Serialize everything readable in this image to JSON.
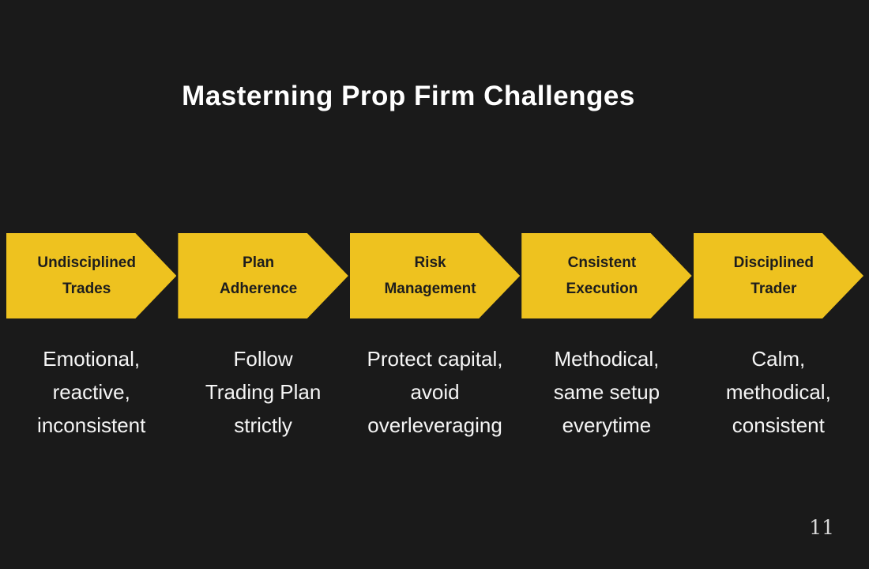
{
  "slide": {
    "title": "Masterning Prop Firm Challenges",
    "page_number": "11"
  },
  "colors": {
    "background": "#1a1a1a",
    "arrow": "#eec21f",
    "arrow_text": "#1d1d1d",
    "body_text": "#f5f5f5"
  },
  "steps": [
    {
      "label": "Undisciplined\nTrades",
      "description": "Emotional,\nreactive,\ninconsistent"
    },
    {
      "label": "Plan\nAdherence",
      "description": "Follow\nTrading Plan\nstrictly"
    },
    {
      "label": "Risk\nManagement",
      "description": "Protect capital,\navoid\noverleveraging"
    },
    {
      "label": "Cnsistent\nExecution",
      "description": "Methodical,\nsame setup\neverytime"
    },
    {
      "label": "Disciplined\nTrader",
      "description": "Calm,\nmethodical,\nconsistent"
    }
  ]
}
